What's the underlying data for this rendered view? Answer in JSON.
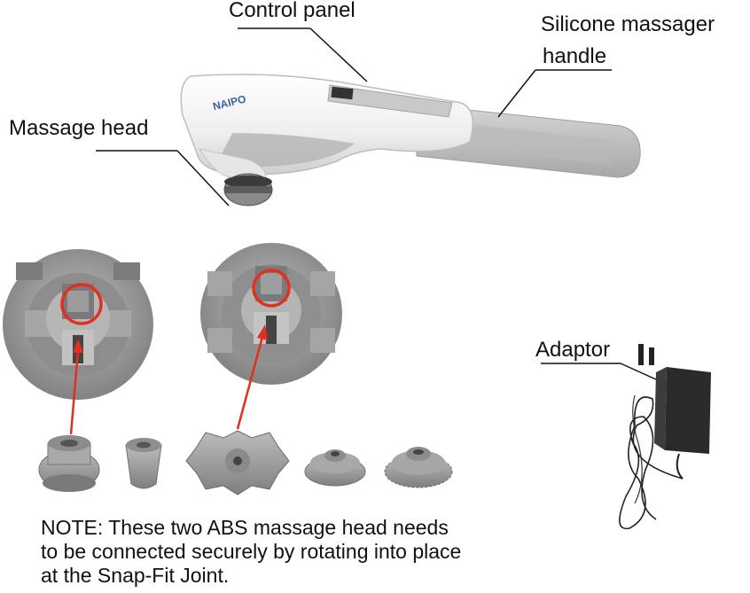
{
  "labels": {
    "control_panel": "Control panel",
    "silicone_line1": "Silicone massager",
    "silicone_line2": "handle",
    "massage_head": "Massage head",
    "adaptor": "Adaptor",
    "brand": "NAIPO"
  },
  "note": {
    "line1": "NOTE: These two ABS massage head needs",
    "line2": "to be connected securely by rotating into place",
    "line3": "at the Snap-Fit Joint."
  },
  "colors": {
    "highlight_circle": "#e0301e",
    "arrow": "#e0301e",
    "part_gray": "#9a9a9a",
    "device_white": "#f2f2f2",
    "adaptor_black": "#222222"
  }
}
